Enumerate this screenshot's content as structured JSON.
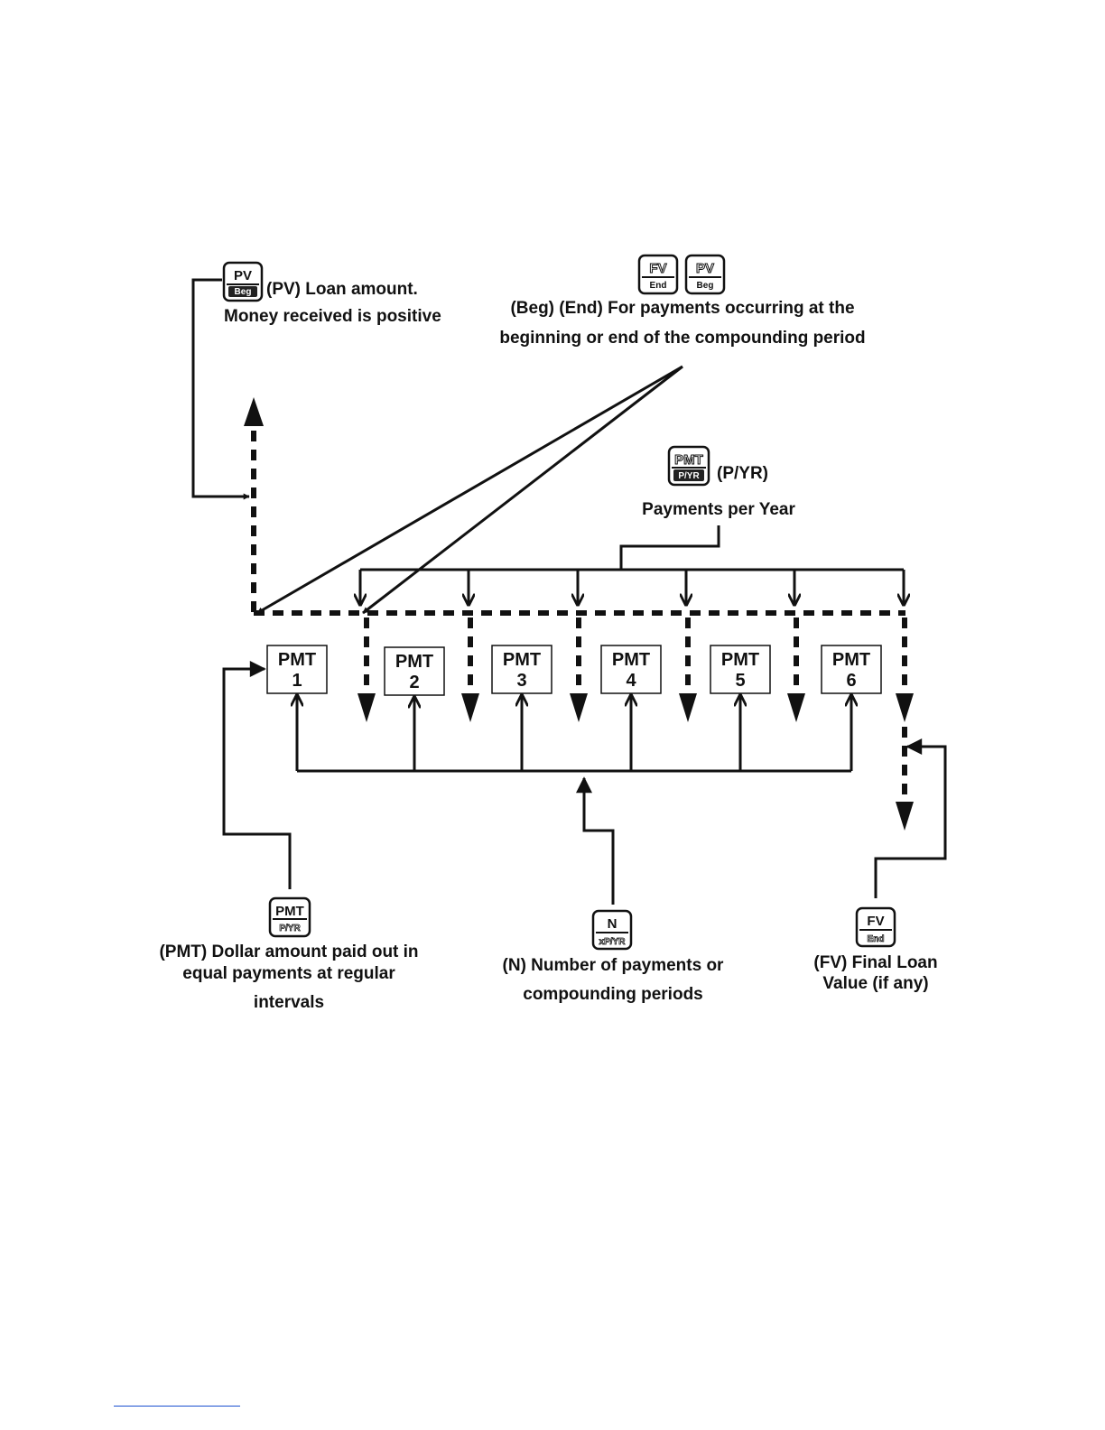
{
  "keys": {
    "pv_key": {
      "top": "PV",
      "bottom": "Beg"
    },
    "fv_end_key": {
      "top": "FV",
      "bottom": "End"
    },
    "pv_beg_key": {
      "top": "PV",
      "bottom": "Beg"
    },
    "pmt_pyr_key": {
      "top": "PMT",
      "bottom": "P/YR"
    },
    "pmt_bottom_key": {
      "top": "PMT",
      "bottom": "P/YR"
    },
    "n_key": {
      "top": "N",
      "bottom": "xP/YR"
    },
    "fv_bottom_key": {
      "top": "FV",
      "bottom": "End"
    }
  },
  "labels": {
    "pv_line1": "(PV) Loan amount.",
    "pv_line2": "Money received is positive",
    "begend_line1": "(Beg) (End) For payments occurring at the",
    "begend_line2": "beginning or end of the compounding period",
    "pyr_title": "(P/YR)",
    "pyr_line2": "Payments per Year",
    "pmt_line1": "(PMT) Dollar amount paid out in",
    "pmt_line2": "equal payments at regular",
    "pmt_line3": "intervals",
    "n_line1": "(N) Number of payments or",
    "n_line2": "compounding periods",
    "fv_line1": "(FV) Final Loan",
    "fv_line2": "Value  (if any)"
  },
  "payments": [
    {
      "label": "PMT",
      "number": "1"
    },
    {
      "label": "PMT",
      "number": "2"
    },
    {
      "label": "PMT",
      "number": "3"
    },
    {
      "label": "PMT",
      "number": "4"
    },
    {
      "label": "PMT",
      "number": "5"
    },
    {
      "label": "PMT",
      "number": "6"
    }
  ]
}
